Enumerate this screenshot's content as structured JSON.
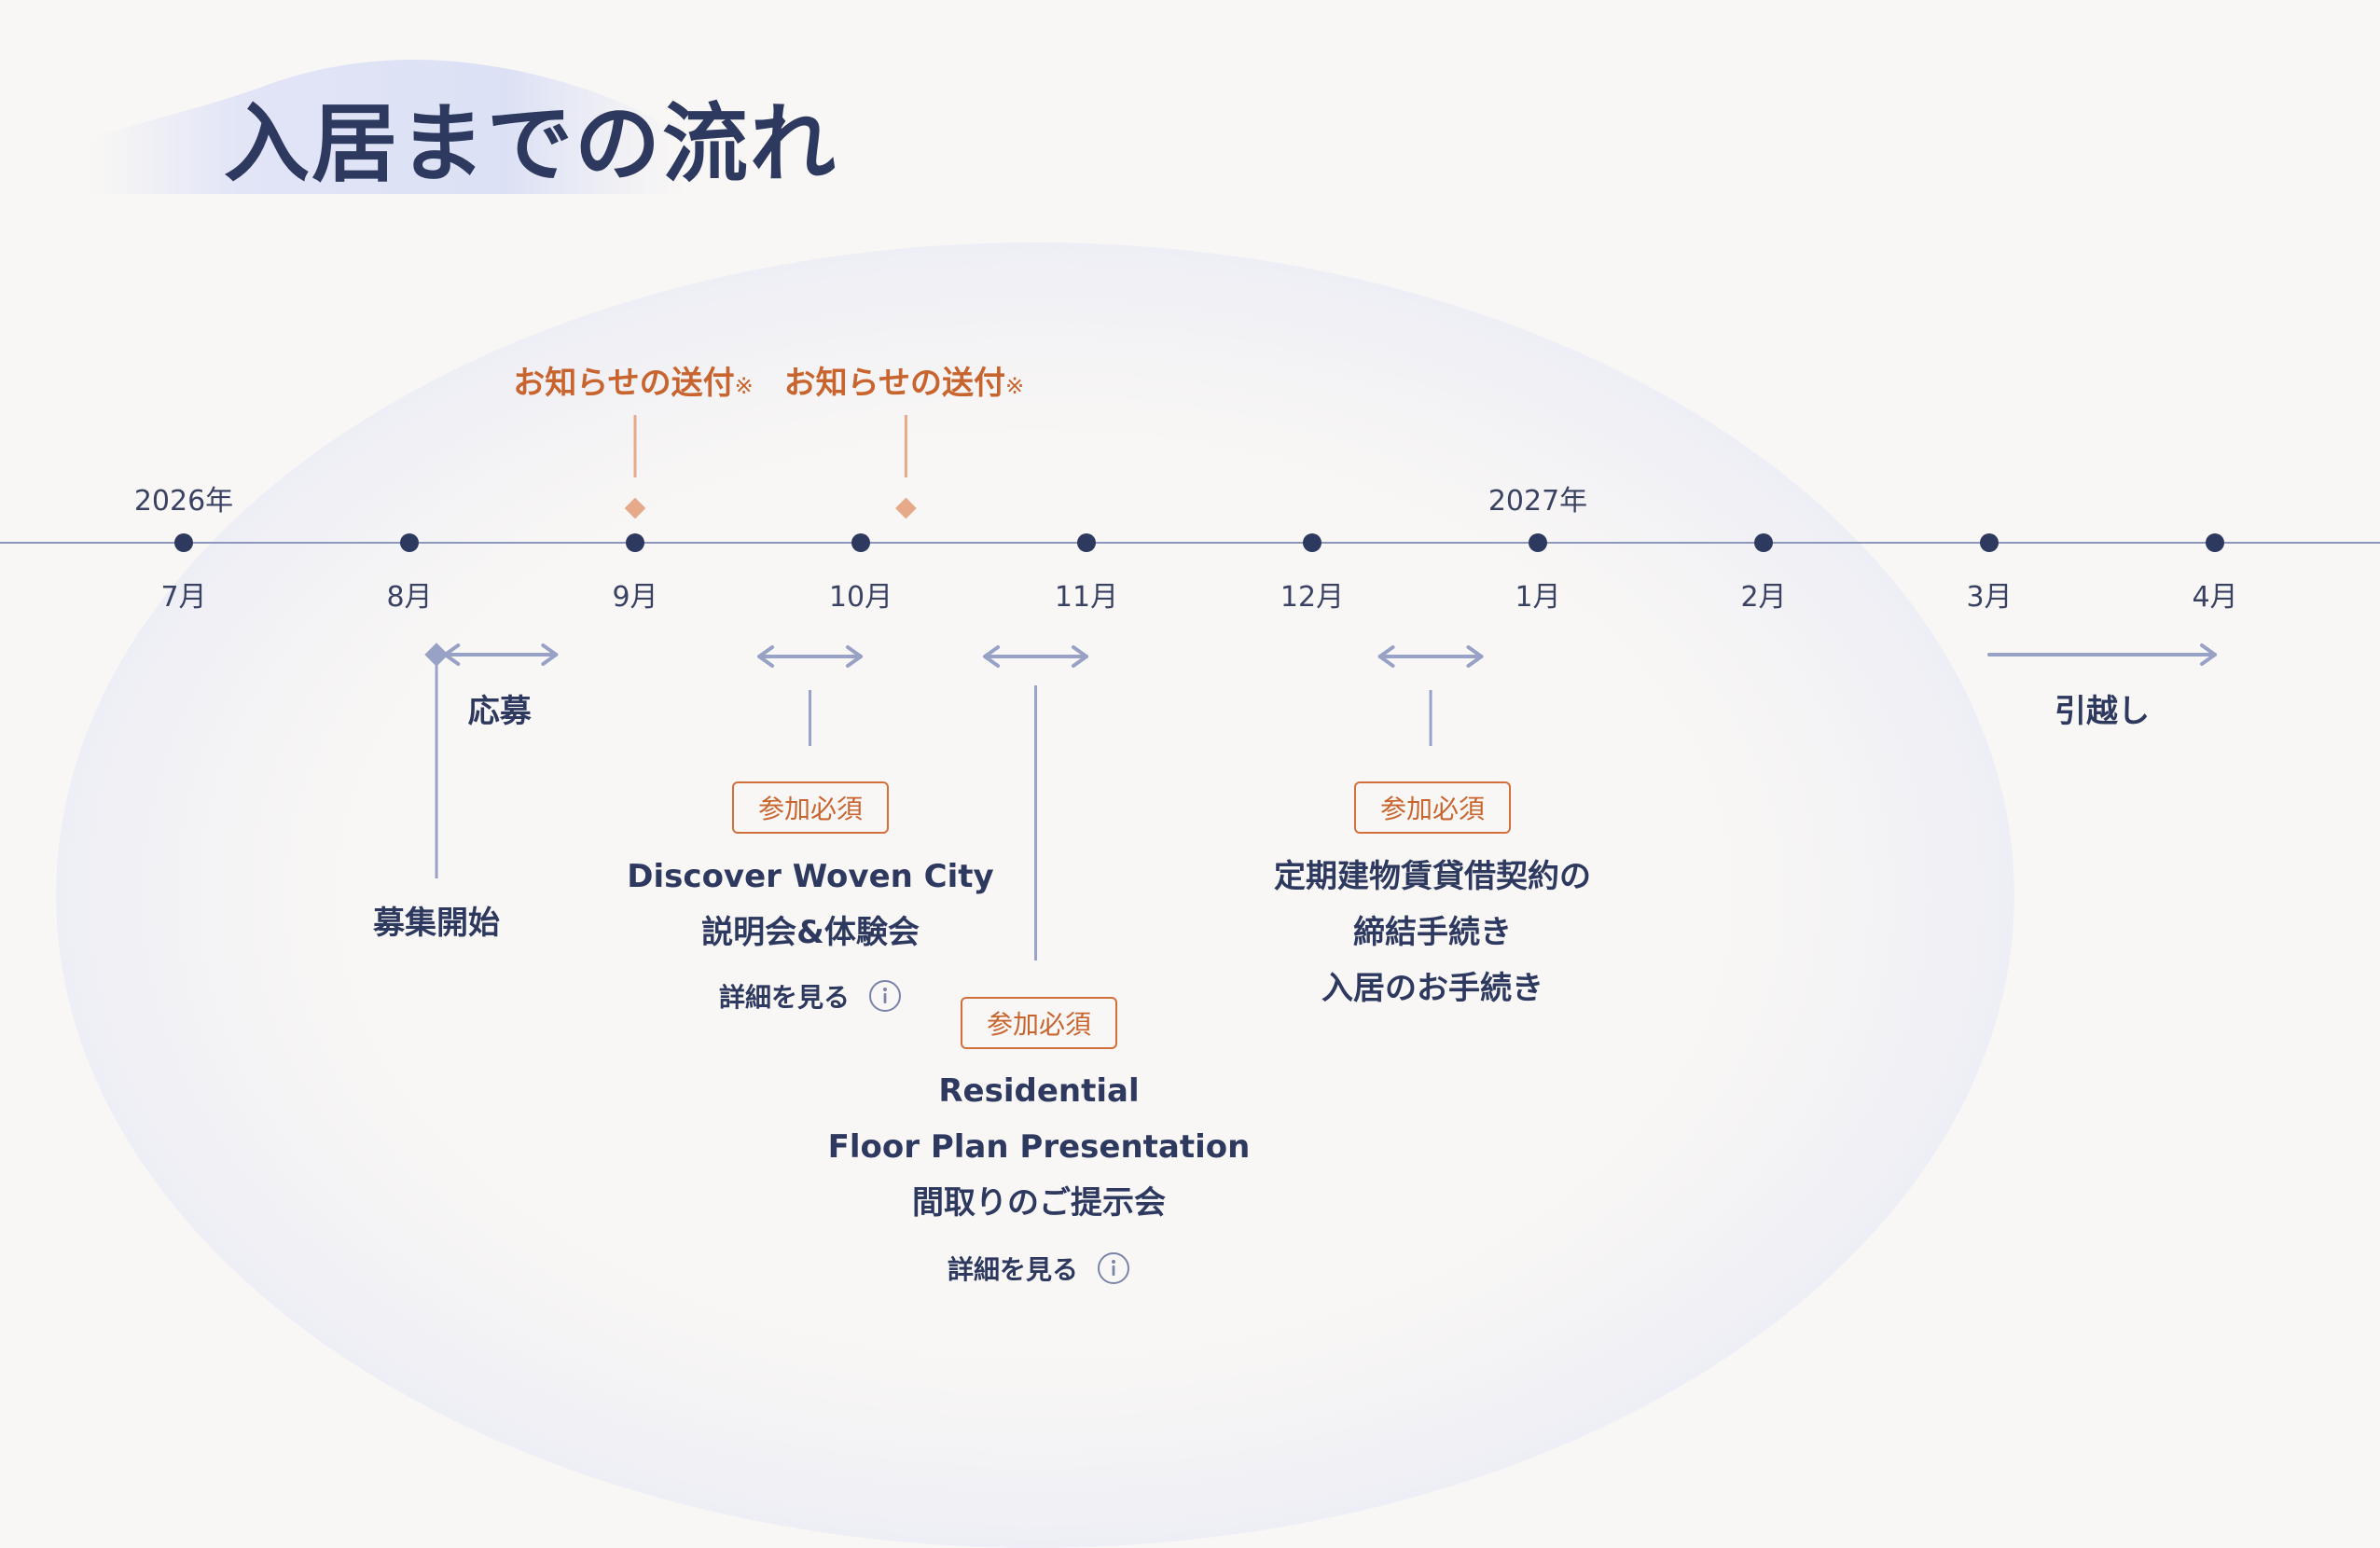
{
  "page": {
    "title": "入居までの流れ"
  },
  "colors": {
    "navy": "#2e3960",
    "axis": "#8d97bd",
    "accent": "#c8642e",
    "accent_light": "#e6a98a",
    "bracket": "#98a2c6"
  },
  "timeline": {
    "years": [
      {
        "label": "2026年",
        "month_index": 0
      },
      {
        "label": "2027年",
        "month_index": 6
      }
    ],
    "months": [
      "7月",
      "8月",
      "9月",
      "10月",
      "11月",
      "12月",
      "1月",
      "2月",
      "3月",
      "4月"
    ]
  },
  "notices": [
    {
      "label": "お知らせの送付",
      "mark": "※",
      "position": 2.0
    },
    {
      "label": "お知らせの送付",
      "mark": "※",
      "position": 3.2
    }
  ],
  "ranges": [
    {
      "label": "応募",
      "start": 1.15,
      "end": 1.65
    },
    {
      "label": "",
      "start": 2.55,
      "end": 3.0
    },
    {
      "label": "",
      "start": 3.55,
      "end": 4.0
    },
    {
      "label": "",
      "start": 5.3,
      "end": 5.75
    },
    {
      "label": "引越し",
      "start": 8.0,
      "end": 9.0
    }
  ],
  "milestones": {
    "recruitment_start": {
      "label": "募集開始",
      "position": 1.12
    }
  },
  "events": {
    "discover": {
      "badge": "参加必須",
      "lines": [
        "Discover Woven City",
        "説明会&体験会"
      ],
      "link": "詳細を見る"
    },
    "floorplan": {
      "badge": "参加必須",
      "lines": [
        "Residential",
        "Floor Plan Presentation",
        "間取りのご提示会"
      ],
      "link": "詳細を見る"
    },
    "contract": {
      "badge": "参加必須",
      "lines": [
        "定期建物賃貸借契約の",
        "締結手続き",
        "入居のお手続き"
      ]
    }
  }
}
